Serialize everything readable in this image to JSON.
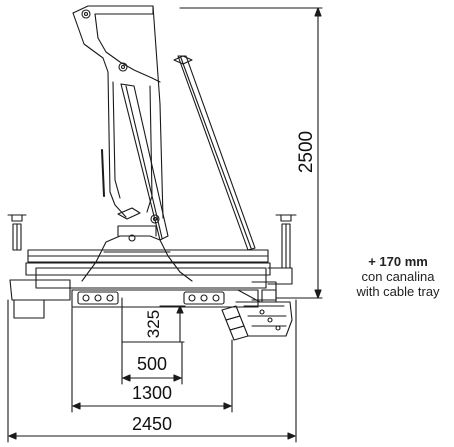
{
  "dimensions": {
    "height": "2500",
    "offset": "325",
    "inner_width": "500",
    "mid_width": "1300",
    "overall_width": "2450"
  },
  "note": {
    "extra": "+ 170 mm",
    "line_it": "con canalina",
    "line_en": "with cable tray"
  },
  "colors": {
    "line": "#1a1a1a",
    "text": "#111111",
    "background": "#ffffff"
  }
}
